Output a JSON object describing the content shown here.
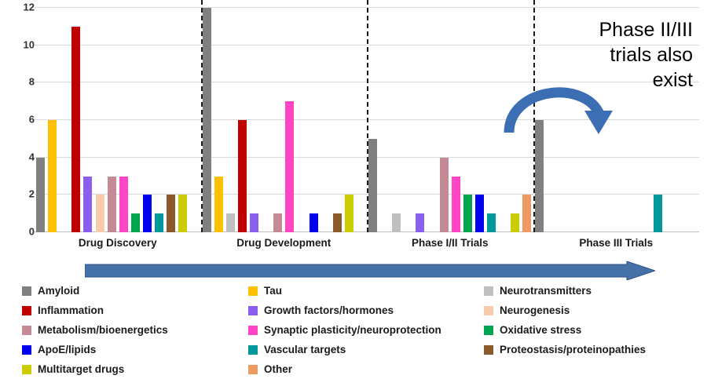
{
  "chart_data": {
    "type": "bar",
    "title": "",
    "xlabel": "",
    "ylabel": "",
    "ylim": [
      0,
      12
    ],
    "yticks": [
      0,
      2,
      4,
      6,
      8,
      10,
      12
    ],
    "grid": true,
    "legend_position": "bottom",
    "categories": [
      "Drug Discovery",
      "Drug Development",
      "Phase I/II Trials",
      "Phase III Trials"
    ],
    "series": [
      {
        "name": "Amyloid",
        "color": "#808080",
        "values": [
          4,
          12,
          5,
          6
        ]
      },
      {
        "name": "Tau",
        "color": "#FFC000",
        "values": [
          6,
          3,
          0,
          0
        ]
      },
      {
        "name": "Neurotransmitters",
        "color": "#BFBFBF",
        "values": [
          0,
          1,
          1,
          0
        ]
      },
      {
        "name": "Inflammation",
        "color": "#C00000",
        "values": [
          11,
          6,
          0,
          0
        ]
      },
      {
        "name": "Growth factors/hormones",
        "color": "#8A5FEE",
        "values": [
          3,
          1,
          1,
          0
        ]
      },
      {
        "name": "Neurogenesis",
        "color": "#F8CBAD",
        "values": [
          2,
          0,
          0,
          0
        ]
      },
      {
        "name": "Metabolism/bioenergetics",
        "color": "#C48A96",
        "values": [
          3,
          1,
          4,
          0
        ]
      },
      {
        "name": "Synaptic plasticity/neuroprotection",
        "color": "#FF44C4",
        "values": [
          3,
          7,
          3,
          0
        ]
      },
      {
        "name": "Oxidative stress",
        "color": "#00A550",
        "values": [
          1,
          0,
          2,
          0
        ]
      },
      {
        "name": "ApoE/lipids",
        "color": "#0000EE",
        "values": [
          2,
          1,
          2,
          0
        ]
      },
      {
        "name": "Vascular targets",
        "color": "#009999",
        "values": [
          1,
          0,
          1,
          2
        ]
      },
      {
        "name": "Proteostasis/proteinopathies",
        "color": "#8B5A2B",
        "values": [
          2,
          1,
          0,
          0
        ]
      },
      {
        "name": "Multitarget drugs",
        "color": "#CCCC00",
        "values": [
          2,
          2,
          1,
          0
        ]
      },
      {
        "name": "Other",
        "color": "#ED9B62",
        "values": [
          0,
          0,
          2,
          0
        ]
      }
    ],
    "annotations": [
      {
        "text": "Phase II/III\ntrials also\nexist",
        "style": "curved-arrow"
      }
    ],
    "separators": "dashed vertical lines between category groups",
    "flow_arrow": {
      "color": "#4472A8",
      "direction": "left-to-right"
    }
  },
  "annotation": {
    "text": "Phase II/III\ntrials also\nexist"
  },
  "legend": {
    "columns": [
      [
        {
          "label": "Amyloid",
          "color": "#808080"
        },
        {
          "label": "Inflammation",
          "color": "#C00000"
        },
        {
          "label": "Metabolism/bioenergetics",
          "color": "#C48A96"
        },
        {
          "label": "ApoE/lipids",
          "color": "#0000EE"
        },
        {
          "label": "Multitarget drugs",
          "color": "#CCCC00"
        }
      ],
      [
        {
          "label": "Tau",
          "color": "#FFC000"
        },
        {
          "label": "Growth factors/hormones",
          "color": "#8A5FEE"
        },
        {
          "label": "Synaptic plasticity/neuroprotection",
          "color": "#FF44C4"
        },
        {
          "label": "Vascular targets",
          "color": "#009999"
        },
        {
          "label": "Other",
          "color": "#ED9B62"
        }
      ],
      [
        {
          "label": "Neurotransmitters",
          "color": "#BFBFBF"
        },
        {
          "label": "Neurogenesis",
          "color": "#F8CBAD"
        },
        {
          "label": "Oxidative stress",
          "color": "#00A550"
        },
        {
          "label": "Proteostasis/proteinopathies",
          "color": "#8B5A2B"
        }
      ]
    ]
  }
}
